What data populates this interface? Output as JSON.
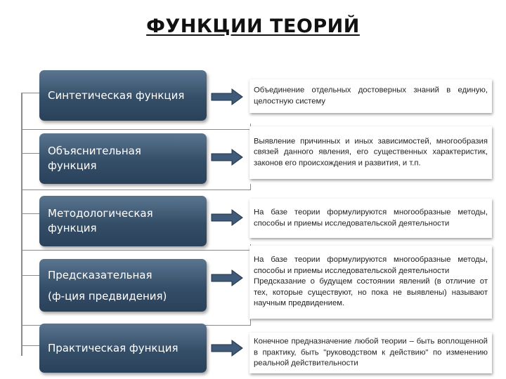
{
  "title": "ФУНКЦИИ ТЕОРИЙ",
  "colors": {
    "box_dark": "#2a415a",
    "box_light": "#5a7590",
    "arrow_fill": "#3f5b79"
  },
  "rows": [
    {
      "label": "Синтетическая функция",
      "description": [
        "Объединение отдельных достоверных знаний в единую, целостную систему"
      ]
    },
    {
      "label": "Объяснительная\nфункция",
      "description": [
        "Выявление причинных и иных зависимостей, многообразия связей данного явления, его существенных характеристик, законов его происхождения и развития, и т.п."
      ]
    },
    {
      "label": "Методологическая\nфункция",
      "description": [
        "На базе теории формулируются многообразные методы, способы и приемы исследовательской деятельности"
      ]
    },
    {
      "label": "Предсказательная\n(ф-ция предвидения)",
      "description": [
        "На базе теории формулируются многообразные методы, способы и приемы исследовательской деятельности",
        "Предсказание о будущем состоянии явлений (в отличие от тех, которые существуют, но пока не выявлены) называют научным предвидением."
      ]
    },
    {
      "label": "Практическая функция",
      "description": [
        "Конечное предназначение любой теории – быть воплощенной в практику, быть \"руководством к действию\" по изменению реальной действительности"
      ]
    }
  ]
}
